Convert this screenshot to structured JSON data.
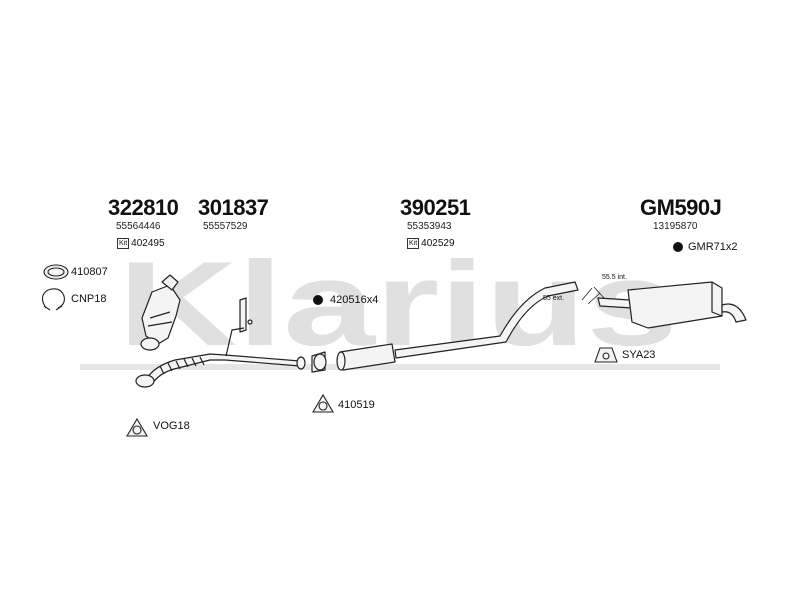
{
  "watermark": "Klarius",
  "main_parts": [
    {
      "number": "322810",
      "oem": "55564446",
      "kit": "402495"
    },
    {
      "number": "301837",
      "oem": "55557529"
    },
    {
      "number": "390251",
      "oem": "55353943",
      "kit": "402529"
    },
    {
      "number": "GM590J",
      "oem": "13195870"
    }
  ],
  "kit_badge": "Kit",
  "accessories": {
    "ring": "410807",
    "clamp": "CNP18",
    "gasket_vog": "VOG18",
    "mount_420": "420516x4",
    "flange": "410519",
    "rubber_gmr": "GMR71x2",
    "hanger_sya": "SYA23"
  },
  "annotations": {
    "int": "55.5 int.",
    "ext": "55 ext."
  },
  "colors": {
    "line": "#222222",
    "watermark": "#dedede",
    "part_fill": "#f4f4f4"
  }
}
